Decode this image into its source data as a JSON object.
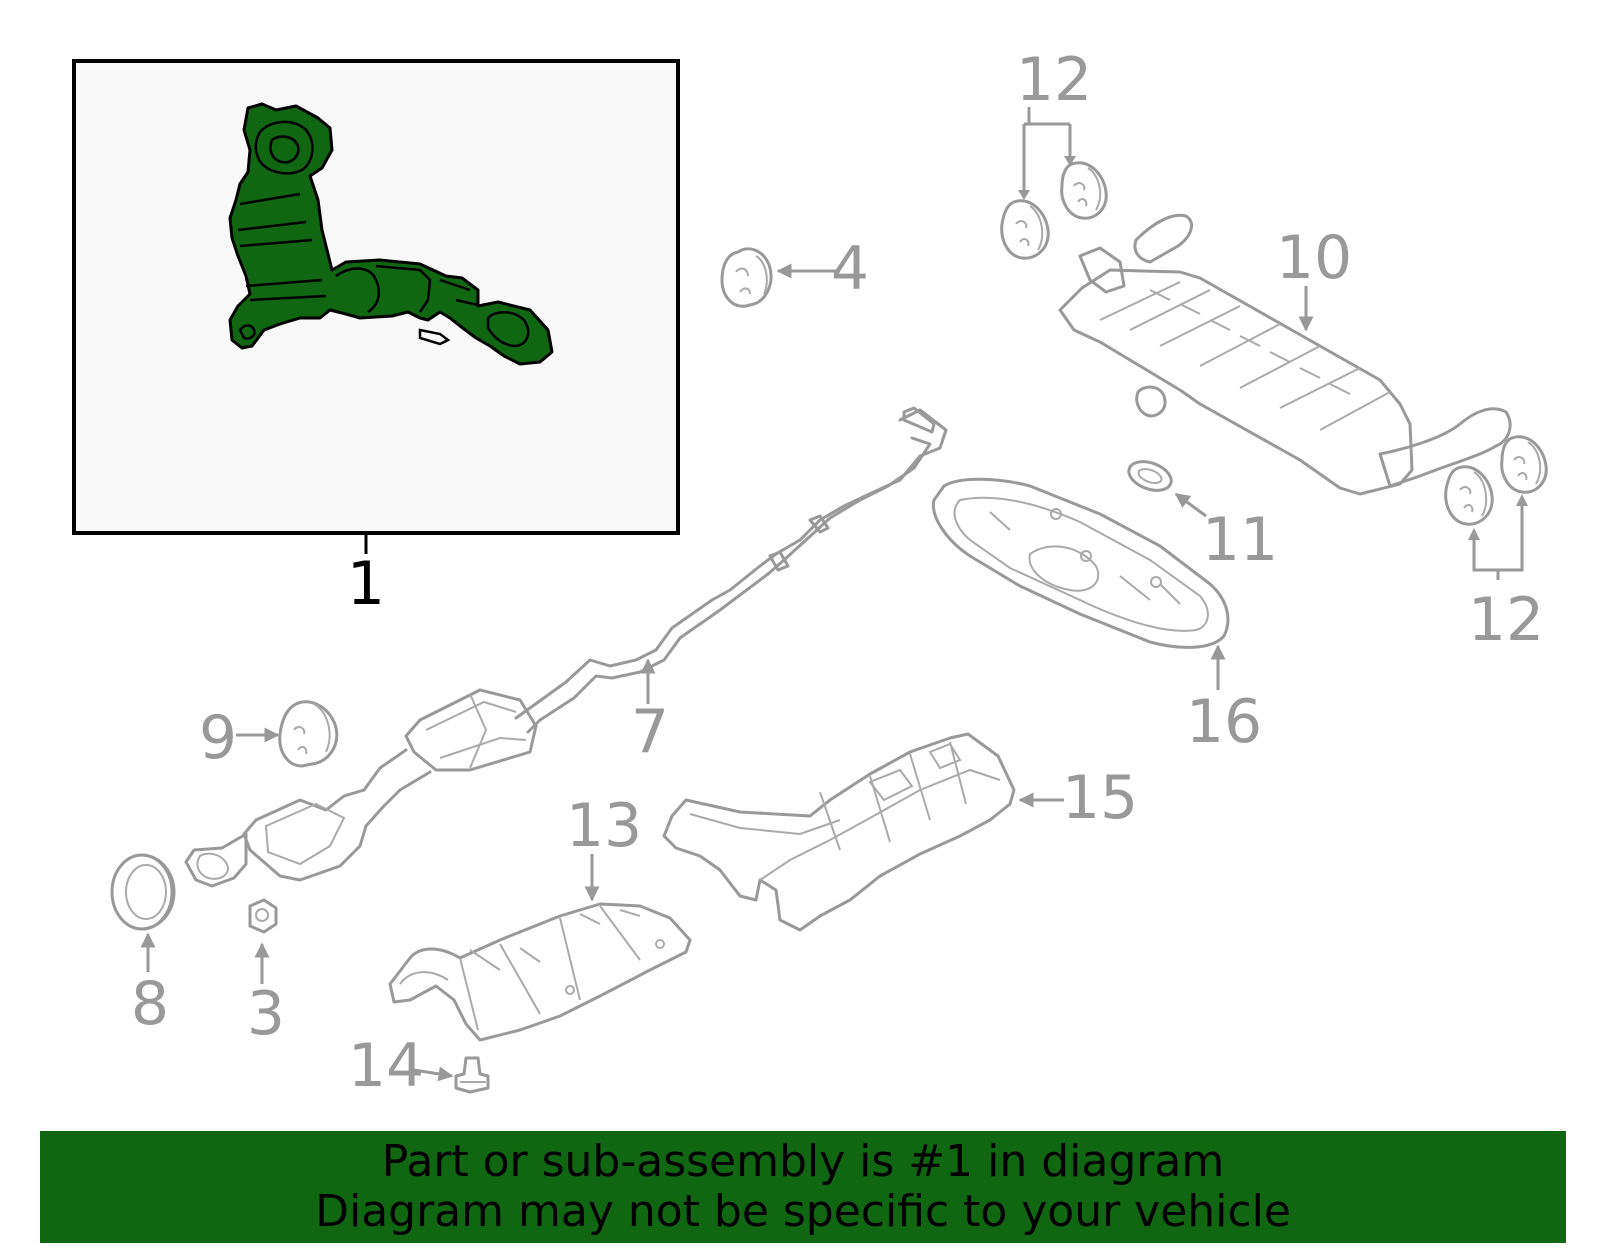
{
  "banner": {
    "line1": "Part or sub-assembly is #1 in diagram",
    "line2": "Diagram may not be specific to your vehicle",
    "color": "#116611"
  },
  "highlight": {
    "callout": "1",
    "color": "#116611",
    "background": "#f8f8f8"
  },
  "callouts": {
    "c1": "1",
    "c3": "3",
    "c4": "4",
    "c7": "7",
    "c8": "8",
    "c9": "9",
    "c10": "10",
    "c11": "11",
    "c12_top": "12",
    "c12_bottom": "12",
    "c13": "13",
    "c14": "14",
    "c15": "15",
    "c16": "16"
  }
}
